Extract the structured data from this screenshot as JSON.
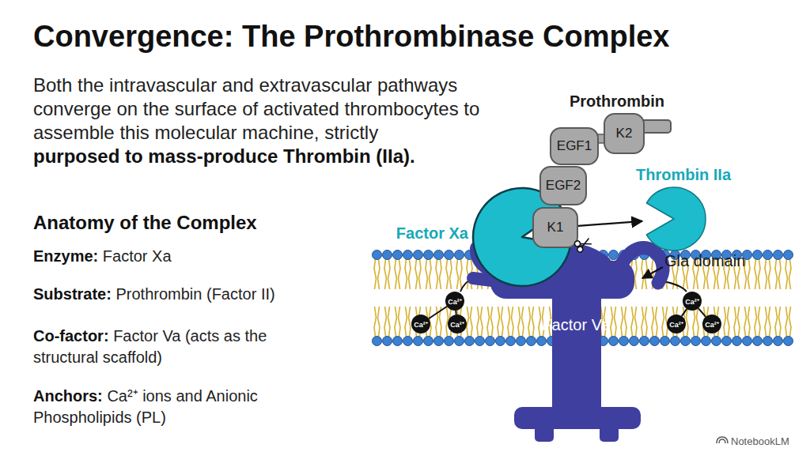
{
  "diagram": {
    "title": "Convergence: The Prothrombinase Complex",
    "nodes": [
      {
        "text": [
          "K2"
        ]
      },
      {
        "text": [
          "EGF1"
        ]
      },
      {
        "text": [
          "EGF2"
        ]
      },
      {
        "text": [
          "K1"
        ]
      },
      {
        "text": [
          "Factor Xa"
        ]
      },
      {
        "text": [
          "Thrombin IIa"
        ]
      },
      {
        "text": [
          "Factor Va"
        ]
      },
      {
        "text": [
          "Ca²⁺"
        ]
      },
      {
        "text": [
          "Ca²⁺"
        ]
      },
      {
        "text": [
          "Ca²⁺"
        ]
      },
      {
        "text": [
          "Ca²⁺"
        ]
      },
      {
        "text": [
          "Ca²⁺"
        ]
      },
      {
        "text": [
          "Ca²⁺"
        ]
      }
    ],
    "edges": [
      {
        "from": 3,
        "to": 5,
        "arrow": "to"
      },
      {
        "from": 7,
        "to": 8,
        "arrow": "none"
      },
      {
        "from": 7,
        "to": 9,
        "arrow": "none"
      },
      {
        "from": 10,
        "to": 11,
        "arrow": "none"
      },
      {
        "from": 10,
        "to": 12,
        "arrow": "none"
      }
    ],
    "labels": [
      "Both the intravascular and extravascular pathways converge on the surface of activated thrombocytes to assemble this molecular machine, strictly",
      "purposed to mass-produce Thrombin (IIa).",
      "Anatomy of the Complex",
      "Enzyme:",
      "Factor Xa",
      "Substrate:",
      "Prothrombin (Factor II)",
      "Co-factor:",
      "Factor Va (acts as the structural scaffold)",
      "Anchors:",
      "Ca²⁺ ions and Anionic Phospholipids (PL)",
      "Prothrombin",
      "Gla domain",
      "NotebookLM"
    ]
  }
}
